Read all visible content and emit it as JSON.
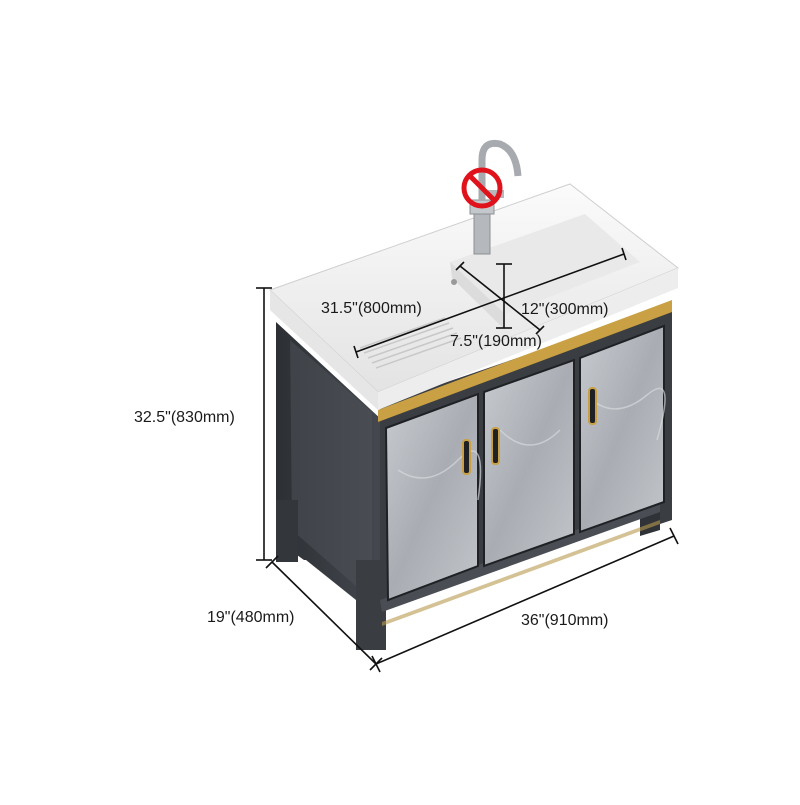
{
  "product": {
    "frame_color": "#3a3d42",
    "trim_color": "#c9a043",
    "door_color": "#b9bcc1",
    "basin_color": "#f4f4f4"
  },
  "dimensions": {
    "width": "36\"(910mm)",
    "depth": "19\"(480mm)",
    "height": "32.5\"(830mm)",
    "basin_width": "31.5\"(800mm)",
    "basin_depth": "12\"(300mm)",
    "basin_height": "7.5\"(190mm)"
  },
  "icons": {
    "faucet_excluded": "no-symbol-icon"
  }
}
